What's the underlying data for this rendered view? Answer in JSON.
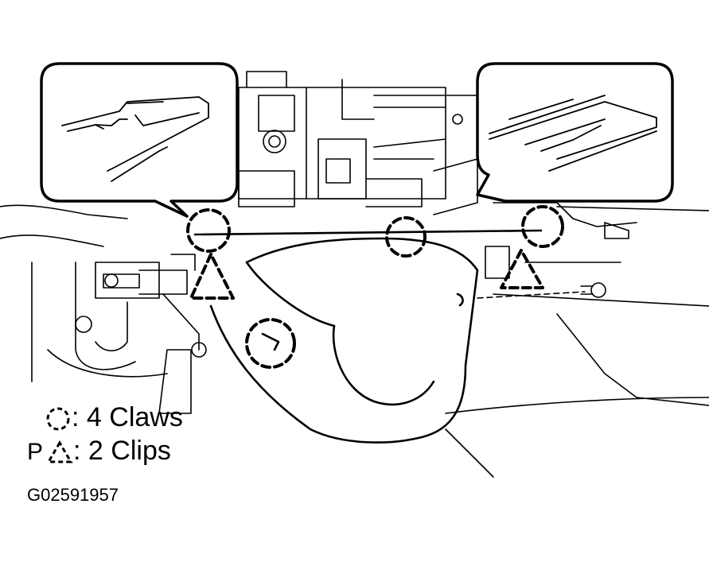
{
  "legend": {
    "claws_label": "4 Claws",
    "clips_label": "2 Clips",
    "clips_prefix": "P",
    "claw_symbol_sep": ":",
    "clip_symbol_sep": ":"
  },
  "figure_id": "G02591957",
  "colors": {
    "ink": "#000000",
    "paper": "#ffffff"
  }
}
